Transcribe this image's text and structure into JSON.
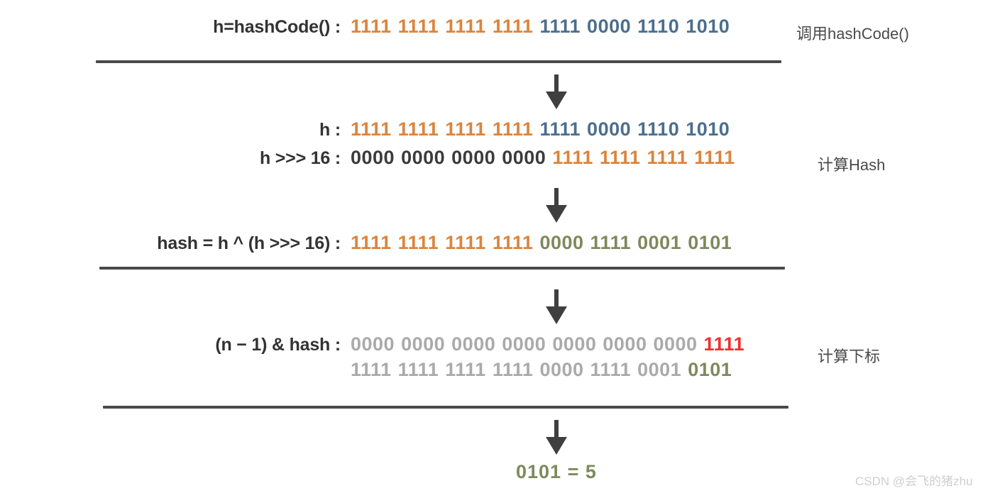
{
  "diagram": {
    "title": "HashMap hash() and index calculation",
    "colors": {
      "orange": "#d9853f",
      "blue": "#4c6e8c",
      "dark": "#3b3b3b",
      "olive": "#7d8a5b",
      "gray": "#aaaaaa",
      "red": "#f23030",
      "line": "#4a4a4a",
      "arrow": "#3f3f3f"
    },
    "rows": {
      "hashcode": {
        "label": "h=hashCode() :",
        "groups": [
          {
            "text": "1111",
            "color": "orange"
          },
          {
            "text": "1111",
            "color": "orange"
          },
          {
            "text": "1111",
            "color": "orange"
          },
          {
            "text": "1111",
            "color": "orange"
          },
          {
            "text": "1111",
            "color": "blue"
          },
          {
            "text": "0000",
            "color": "blue"
          },
          {
            "text": "1110",
            "color": "blue"
          },
          {
            "text": "1010",
            "color": "blue"
          }
        ]
      },
      "h": {
        "label": "h :",
        "groups": [
          {
            "text": "1111",
            "color": "orange"
          },
          {
            "text": "1111",
            "color": "orange"
          },
          {
            "text": "1111",
            "color": "orange"
          },
          {
            "text": "1111",
            "color": "orange"
          },
          {
            "text": "1111",
            "color": "blue"
          },
          {
            "text": "0000",
            "color": "blue"
          },
          {
            "text": "1110",
            "color": "blue"
          },
          {
            "text": "1010",
            "color": "blue"
          }
        ]
      },
      "h_shift": {
        "label": "h >>> 16 :",
        "groups": [
          {
            "text": "0000",
            "color": "dark"
          },
          {
            "text": "0000",
            "color": "dark"
          },
          {
            "text": "0000",
            "color": "dark"
          },
          {
            "text": "0000",
            "color": "dark"
          },
          {
            "text": "1111",
            "color": "orange"
          },
          {
            "text": "1111",
            "color": "orange"
          },
          {
            "text": "1111",
            "color": "orange"
          },
          {
            "text": "1111",
            "color": "orange"
          }
        ]
      },
      "hash": {
        "label": "hash = h ^ (h >>> 16) :",
        "groups": [
          {
            "text": "1111",
            "color": "orange"
          },
          {
            "text": "1111",
            "color": "orange"
          },
          {
            "text": "1111",
            "color": "orange"
          },
          {
            "text": "1111",
            "color": "orange"
          },
          {
            "text": "0000",
            "color": "olive"
          },
          {
            "text": "1111",
            "color": "olive"
          },
          {
            "text": "0001",
            "color": "olive"
          },
          {
            "text": "0101",
            "color": "olive"
          }
        ]
      },
      "n_minus_1": {
        "label": "(n  −  1) & hash :",
        "groups": [
          {
            "text": "0000",
            "color": "gray"
          },
          {
            "text": "0000",
            "color": "gray"
          },
          {
            "text": "0000",
            "color": "gray"
          },
          {
            "text": "0000",
            "color": "gray"
          },
          {
            "text": "0000",
            "color": "gray"
          },
          {
            "text": "0000",
            "color": "gray"
          },
          {
            "text": "0000",
            "color": "gray"
          },
          {
            "text": "1111",
            "color": "red"
          }
        ]
      },
      "hash_operand": {
        "label": "",
        "groups": [
          {
            "text": "1111",
            "color": "gray"
          },
          {
            "text": "1111",
            "color": "gray"
          },
          {
            "text": "1111",
            "color": "gray"
          },
          {
            "text": "1111",
            "color": "gray"
          },
          {
            "text": "0000",
            "color": "gray"
          },
          {
            "text": "1111",
            "color": "gray"
          },
          {
            "text": "0001",
            "color": "gray"
          },
          {
            "text": "0101",
            "color": "olive"
          }
        ]
      }
    },
    "stages": [
      {
        "id": "call-hashcode",
        "text": "调用hashCode()"
      },
      {
        "id": "compute-hash",
        "text": "计算Hash"
      },
      {
        "id": "compute-index",
        "text": "计算下标"
      }
    ],
    "result": "0101 = 5",
    "watermark": "CSDN @会飞的猪zhu"
  }
}
